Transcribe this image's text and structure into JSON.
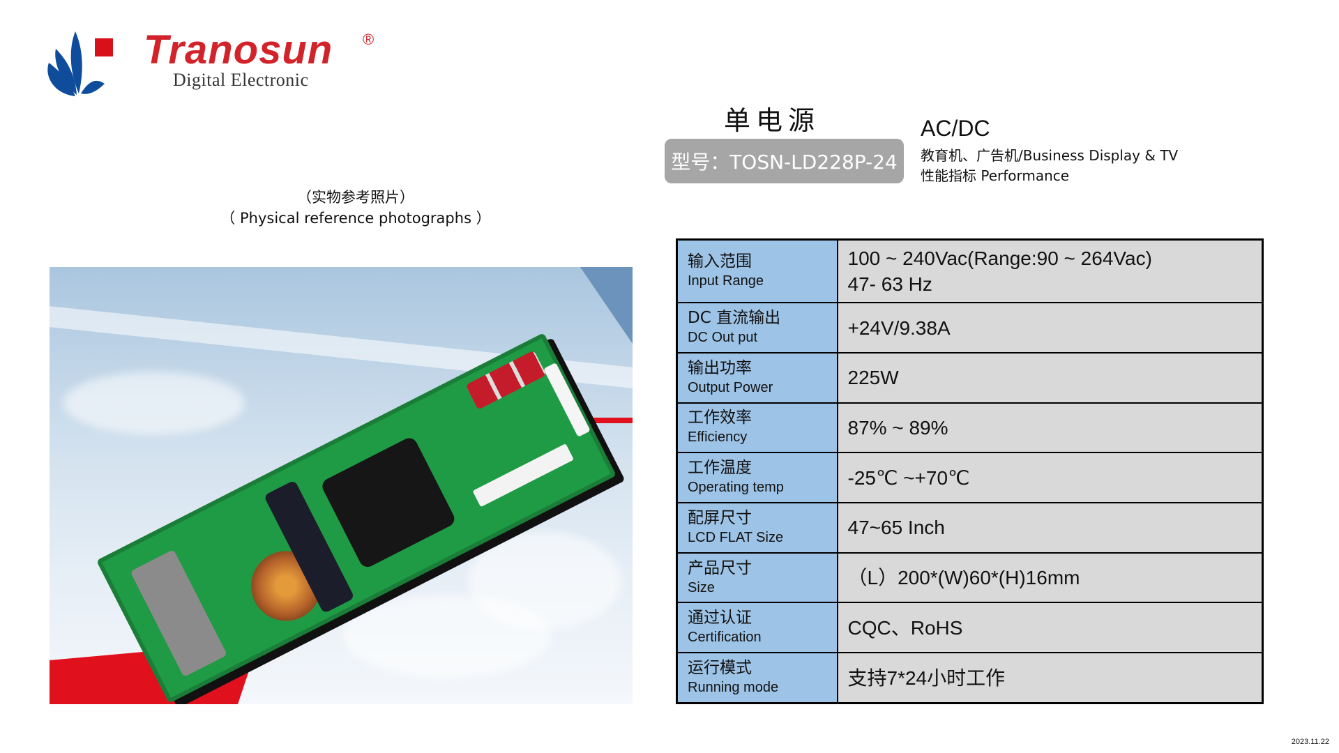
{
  "brand": {
    "name": "Tranosun",
    "registered_mark": "®",
    "tagline": "Digital Electronic",
    "colors": {
      "primary_red": "#d2232a",
      "mark_blue": "#0f4d9c",
      "mark_red": "#d7101a"
    }
  },
  "header": {
    "title_cn": "单电源",
    "model_label": "型号：TOSN-LD228P-24",
    "category": "AC/DC",
    "application": "教育机、广告机/Business Display & TV",
    "performance_heading": "性能指标 Performance"
  },
  "photo": {
    "caption_cn": "（实物参考照片）",
    "caption_en": "（ Physical reference photographs ）",
    "alt": "Green PCB power supply board on cloud-sky background"
  },
  "specs": [
    {
      "label_cn": "输入范围",
      "label_en": "Input Range",
      "values": [
        "100 ~ 240Vac(Range:90 ~ 264Vac)",
        "47- 63 Hz"
      ]
    },
    {
      "label_cn": "DC 直流输出",
      "label_en": "DC Out put",
      "values": [
        "+24V/9.38A"
      ]
    },
    {
      "label_cn": "输出功率",
      "label_en": "Output Power",
      "values": [
        "225W"
      ]
    },
    {
      "label_cn": "工作效率",
      "label_en": "Efficiency",
      "values": [
        "87% ~ 89%"
      ]
    },
    {
      "label_cn": "工作温度",
      "label_en": "Operating temp",
      "values": [
        "-25℃ ~+70℃"
      ]
    },
    {
      "label_cn": "配屏尺寸",
      "label_en": "LCD FLAT Size",
      "values": [
        "47~65 Inch"
      ]
    },
    {
      "label_cn": "产品尺寸",
      "label_en": "Size",
      "values": [
        "（L）200*(W)60*(H)16mm"
      ]
    },
    {
      "label_cn": "通过认证",
      "label_en": "Certification",
      "values": [
        "CQC、RoHS"
      ]
    },
    {
      "label_cn": "运行模式",
      "label_en": "Running mode",
      "values": [
        "支持7*24小时工作"
      ]
    }
  ],
  "table_colors": {
    "label_bg": "#9dc3e6",
    "value_bg": "#d9d9d9",
    "border": "#000000"
  },
  "footer": {
    "date": "2023.11.22"
  }
}
